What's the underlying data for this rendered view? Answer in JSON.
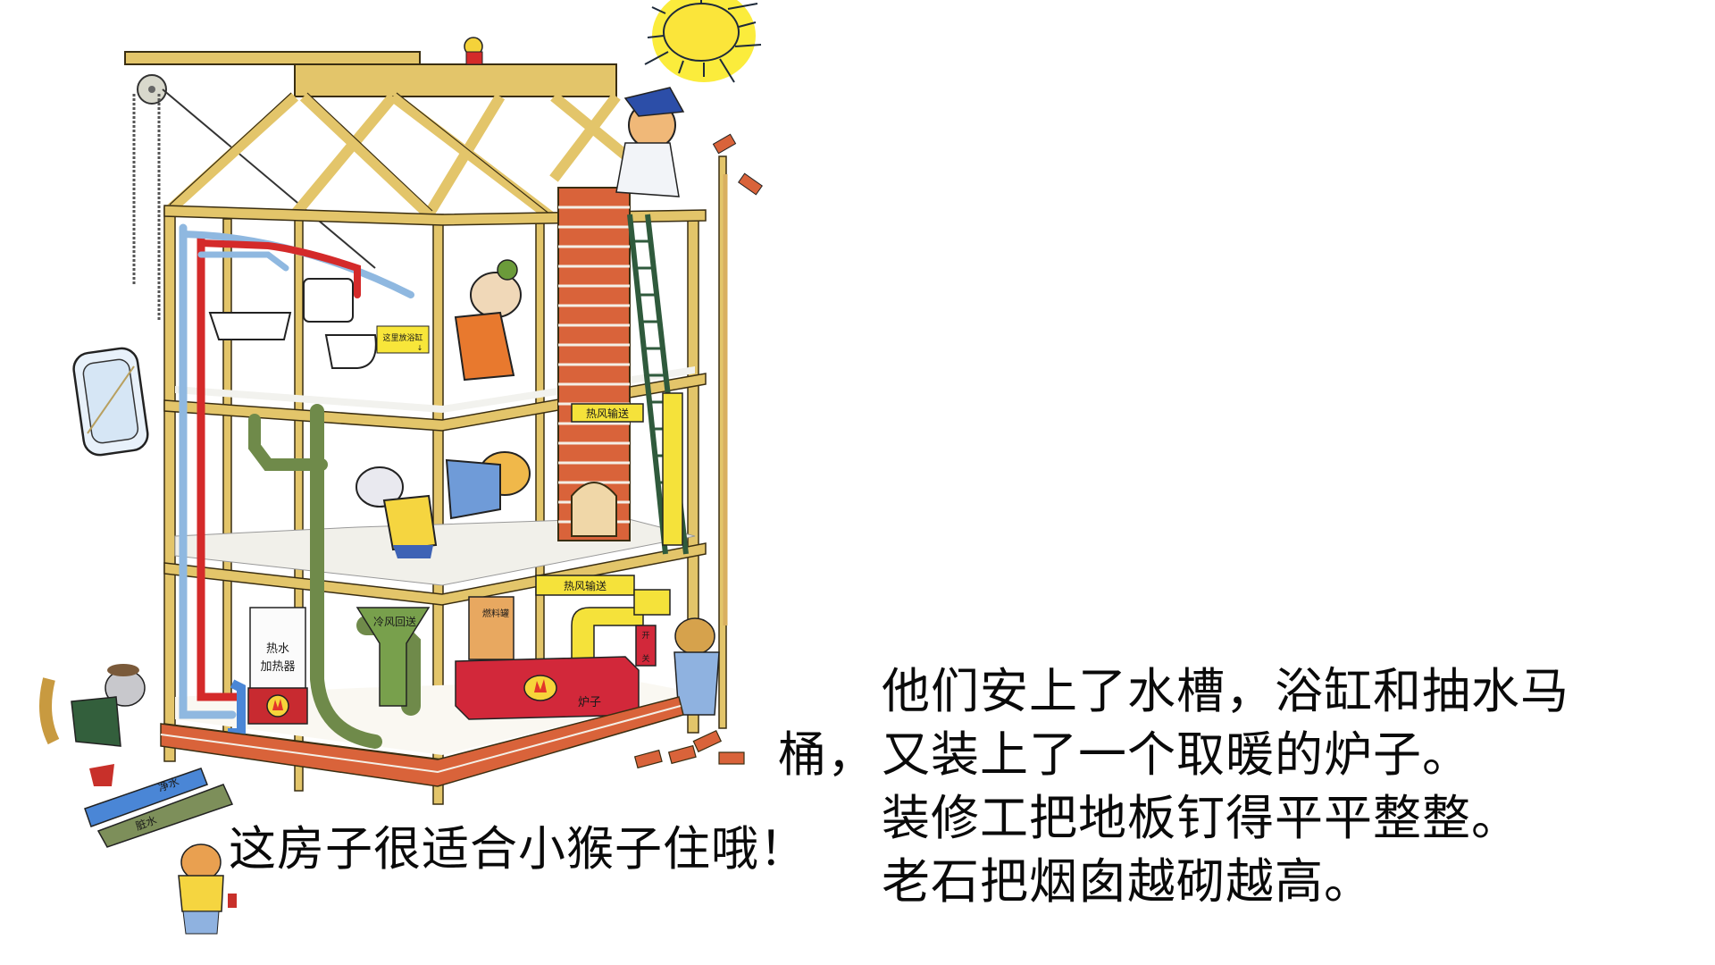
{
  "story": {
    "lines": [
      "他们安上了水槽，浴缸和抽水马",
      "又装上了一个取暖的炉子。",
      "装修工把地板钉得平平整整。",
      "老石把烟囱越砌越高。"
    ],
    "line2_hanging_prefix": "桶，"
  },
  "caption": "这房子很适合小猴子住哦！",
  "illustration": {
    "labels": {
      "bathtub_sign": "这里放浴缸",
      "hot_air_upper": "热风输送",
      "hot_air_lower": "热风输送",
      "cold_air_return": "冷风回送",
      "water_heater_line1": "热水",
      "water_heater_line2": "加热器",
      "fuel_tank": "燃料罐",
      "furnace": "炉子",
      "switch_on": "开",
      "switch_off": "关",
      "clean_water_pipe": "净水",
      "dirty_water_pipe": "脏水"
    },
    "colors": {
      "wood": "#e3c56a",
      "wood_outline": "#3a2e12",
      "brick": "#d9633a",
      "mortar": "#f4efe6",
      "hot_pipe": "#d42a2a",
      "cold_pipe": "#8fb8e0",
      "drain_pipe": "#6f8a4a",
      "duct_yellow": "#f5e23a",
      "furnace_red": "#d2283a",
      "sun_yellow": "#fbec3c",
      "ladder_green": "#2f5a3c",
      "clean_water_blue": "#4a86d6",
      "dirty_water_green": "#7d8f5a"
    }
  }
}
